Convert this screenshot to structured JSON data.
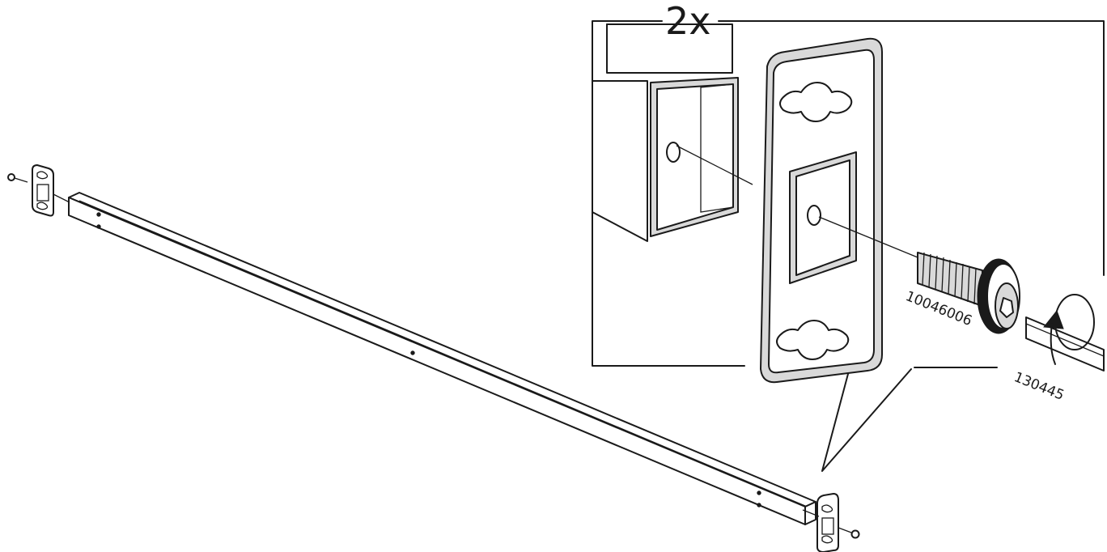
{
  "detail": {
    "quantity_label": "2x"
  },
  "parts": {
    "bolt_number": "10046006",
    "tool_number": "130445"
  }
}
